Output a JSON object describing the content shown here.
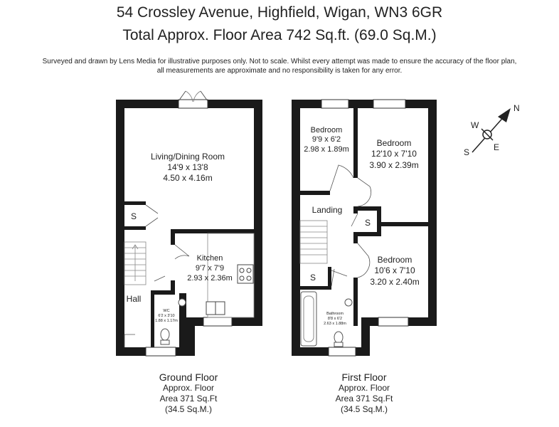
{
  "header": {
    "address": "54 Crossley Avenue, Highfield, Wigan, WN3 6GR",
    "total_area": "Total Approx. Floor Area 742 Sq.ft. (69.0 Sq.M.)",
    "disclaimer_1": "Surveyed and drawn by Lens Media for illustrative purposes only. Not to scale. Whilst every attempt was made to ensure the accuracy of the floor plan,",
    "disclaimer_2": "all measurements are approximate and no responsibility is taken for any error."
  },
  "ground_floor": {
    "name": "Ground Floor",
    "area_1": "Approx. Floor",
    "area_2": "Area 371 Sq.Ft",
    "area_3": "(34.5 Sq.M.)",
    "rooms": {
      "living": {
        "name": "Living/Dining Room",
        "imperial": "14'9 x 13'8",
        "metric": "4.50 x 4.16m"
      },
      "kitchen": {
        "name": "Kitchen",
        "imperial": "9'7 x 7'9",
        "metric": "2.93 x 2.36m"
      },
      "hall": {
        "name": "Hall"
      },
      "store": {
        "name": "S"
      },
      "wc": {
        "name": "WC",
        "imperial": "6'2 x 3'10",
        "metric": "1.88 x 1.17m"
      }
    }
  },
  "first_floor": {
    "name": "First Floor",
    "area_1": "Approx. Floor",
    "area_2": "Area 371 Sq.Ft",
    "area_3": "(34.5 Sq.M.)",
    "rooms": {
      "bed1": {
        "name": "Bedroom",
        "imperial": "9'9 x 6'2",
        "metric": "2.98 x 1.89m"
      },
      "bed2": {
        "name": "Bedroom",
        "imperial": "12'10 x 7'10",
        "metric": "3.90 x 2.39m"
      },
      "bed3": {
        "name": "Bedroom",
        "imperial": "10'6 x 7'10",
        "metric": "3.20 x 2.40m"
      },
      "landing": {
        "name": "Landing"
      },
      "store1": {
        "name": "S"
      },
      "store2": {
        "name": "S"
      },
      "bathroom": {
        "name": "Bathroom",
        "imperial": "8'8 x 6'2",
        "metric": "2.63 x 1.88m"
      }
    }
  },
  "compass": {
    "n": "N",
    "s": "S",
    "e": "E",
    "w": "W"
  }
}
